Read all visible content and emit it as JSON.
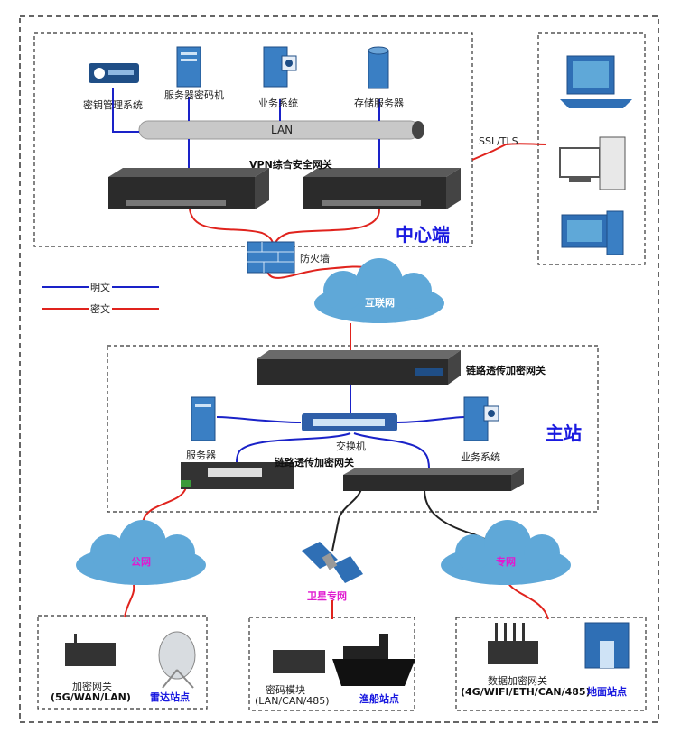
{
  "center": {
    "title": "中心端",
    "key_mgmt": "密钥管理系统",
    "server_crypto": "服务器密码机",
    "business": "业务系统",
    "storage": "存储服务器",
    "lan": "LAN",
    "vpn_gateway": "VPN综合安全网关",
    "firewall": "防火墙",
    "ssl": "SSL/TLS"
  },
  "legend": {
    "plain": "明文",
    "cipher": "密文",
    "plain_color": "#1a22c8",
    "cipher_color": "#e0231d"
  },
  "internet": "互联网",
  "main": {
    "title": "主站",
    "link_gw_top": "链路透传加密网关",
    "switch": "交换机",
    "server": "服务器",
    "business": "业务系统",
    "link_gw_mid": "链路透传加密网关"
  },
  "clouds": {
    "public": "公网",
    "private": "专网",
    "satellite": "卫星专网"
  },
  "sites": {
    "radar_device": "加密网关",
    "radar_device_spec": "(5G/WAN/LAN)",
    "radar": "雷达站点",
    "fishing_device": "密码模块",
    "fishing_device_spec": "(LAN/CAN/485)",
    "fishing": "渔船站点",
    "ground_device": "数据加密网关",
    "ground_device_spec": "(4G/WIFI/ETH/CAN/485)",
    "ground": "地面站点"
  }
}
